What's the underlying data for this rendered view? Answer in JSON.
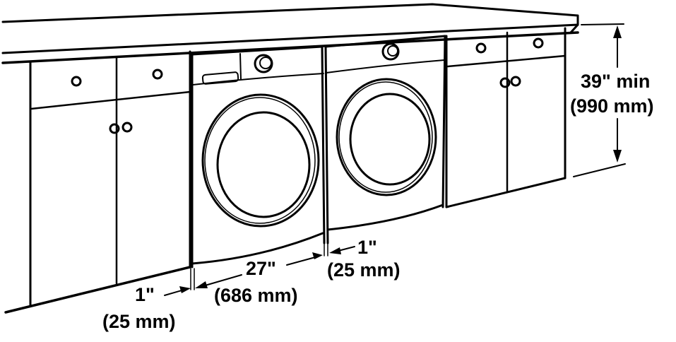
{
  "diagram": {
    "type": "installation-clearance-diagram",
    "subject": "Front-load washer and dryer installed side by side under a countertop between base cabinets",
    "colors": {
      "line": "#000000",
      "background": "#ffffff"
    },
    "components": [
      {
        "id": "countertop",
        "label": "Countertop"
      },
      {
        "id": "left-cabinet",
        "label": "Left base cabinet (2 drawers, 2 doors)"
      },
      {
        "id": "washer",
        "label": "Front-load washer (dispenser drawer, control knob, round door)"
      },
      {
        "id": "dryer",
        "label": "Front-load dryer (control knob, round door)"
      },
      {
        "id": "right-cabinet",
        "label": "Right base cabinet (2 drawers, 2 doors)"
      }
    ],
    "dimensions": {
      "height": {
        "imperial": "39\" min",
        "metric": "(990 mm)"
      },
      "width": {
        "imperial": "27\"",
        "metric": "(686 mm)"
      },
      "left_gap": {
        "imperial": "1\"",
        "metric": "(25 mm)"
      },
      "middle_gap": {
        "imperial": "1\"",
        "metric": "(25 mm)"
      }
    }
  }
}
